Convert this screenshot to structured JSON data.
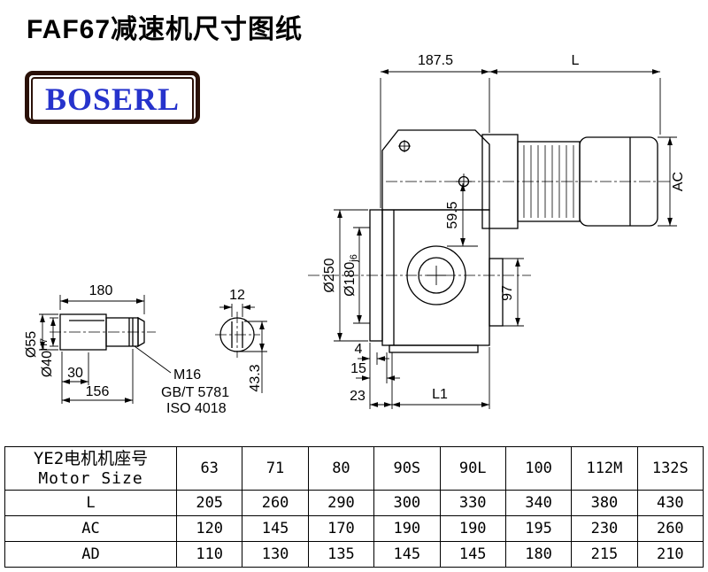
{
  "header": {
    "title": "FAF67减速机尺寸图纸",
    "logo_text": "BOSERL"
  },
  "colors": {
    "logo_text": "#2633cc",
    "logo_frame": "#2a1108",
    "line": "#000000"
  },
  "drawing": {
    "top_width": "187.5",
    "motor_length": "L",
    "motor_diameter": "AC",
    "flange_diameter": "Ø250",
    "spigot_diameter": "Ø180",
    "spigot_tolerance": "j6",
    "axis_offset": "59.5",
    "dim_97": "97",
    "dim_4": "4",
    "dim_15": "15",
    "dim_23": "23",
    "dim_L1": "L1",
    "shaft_length": "180",
    "key_width": "12",
    "dim_30": "30",
    "dim_156": "156",
    "shaft_od": "Ø55",
    "bore_diameter": "Ø40",
    "bore_tolerance": "H7",
    "thread_note": "M16",
    "standard_note1": "GB/T 5781",
    "standard_note2": "ISO 4018",
    "key_height": "43.3"
  },
  "table": {
    "header_cn": "YE2电机机座号",
    "header_en": "Motor Size",
    "columns": [
      "63",
      "71",
      "80",
      "90S",
      "90L",
      "100",
      "112M",
      "132S"
    ],
    "rows": [
      {
        "label": "L",
        "values": [
          "205",
          "260",
          "290",
          "300",
          "330",
          "340",
          "380",
          "430"
        ]
      },
      {
        "label": "AC",
        "values": [
          "120",
          "145",
          "170",
          "190",
          "190",
          "195",
          "230",
          "260"
        ]
      },
      {
        "label": "AD",
        "values": [
          "110",
          "130",
          "135",
          "145",
          "145",
          "180",
          "215",
          "210"
        ]
      }
    ]
  }
}
